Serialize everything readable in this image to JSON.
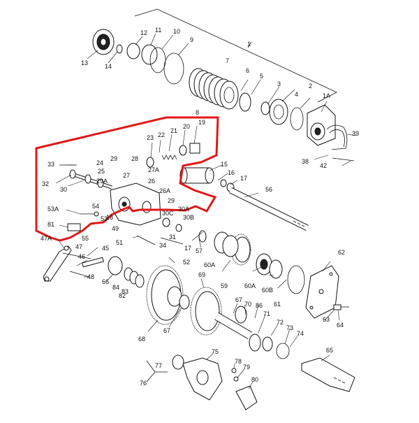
{
  "diagram": {
    "highlight_color": "#e01818",
    "line_color": "#111111",
    "background": "#ffffff",
    "labels": {
      "l1": "1",
      "l1A": "1A",
      "l2": "2",
      "l3": "3",
      "l4": "4",
      "l5": "5",
      "l6": "6",
      "l7": "7",
      "l8": "8",
      "l9": "9",
      "l10": "10",
      "l11": "11",
      "l12": "12",
      "l13": "13",
      "l14": "14",
      "l15": "15",
      "l16": "16",
      "l17a": "17",
      "l17b": "17",
      "l18": "18",
      "l19": "19",
      "l20": "20",
      "l21": "21",
      "l22": "22",
      "l23": "23",
      "l24": "24",
      "l25": "25",
      "l26": "26",
      "l26A": "26A",
      "l27": "27",
      "l27A": "27A",
      "l28": "28",
      "l29a": "29",
      "l29b": "29",
      "l29A": "29A",
      "l30": "30",
      "l30A": "30A",
      "l30B": "30B",
      "l30C": "30C",
      "l31": "31",
      "l32": "32",
      "l33": "33",
      "l34": "34",
      "l38": "38",
      "l39": "39",
      "l42": "42",
      "l45": "45",
      "l46": "46",
      "l47": "47",
      "l47A": "47A",
      "l48": "48",
      "l49": "49",
      "l51": "51",
      "l52": "52",
      "l53": "53",
      "l53A": "53A",
      "l54": "54",
      "l55": "55",
      "l56": "56",
      "l57": "57",
      "l59": "59",
      "l60A": "60A",
      "l60Ab": "60A",
      "l60B": "60B",
      "l61": "61",
      "l62": "62",
      "l63": "63",
      "l64": "64",
      "l65": "65",
      "l66": "66",
      "l67": "67",
      "l67b": "67",
      "l68": "68",
      "l69": "69",
      "l70": "70",
      "l71": "71",
      "l72": "72",
      "l73": "73",
      "l74": "74",
      "l75": "75",
      "l76": "76",
      "l77": "77",
      "l78": "78",
      "l79": "79",
      "l80": "80",
      "l81": "81",
      "l82": "82",
      "l83": "83",
      "l84": "84",
      "l86": "86"
    }
  }
}
